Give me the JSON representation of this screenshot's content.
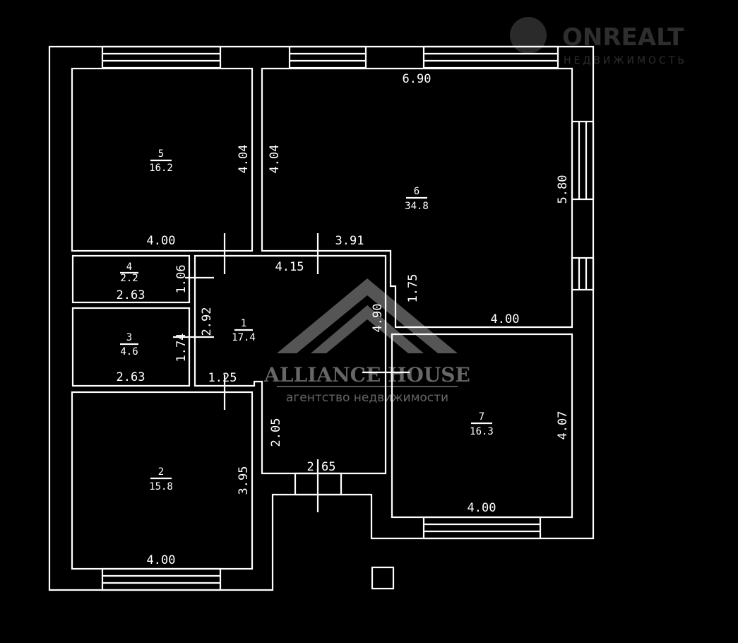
{
  "watermarks": {
    "onrealt": {
      "name": "ONREALT",
      "tagline": "НЕДВИЖИМОСТЬ"
    },
    "alliance": {
      "name": "ALLIANCE HOUSE",
      "tagline": "агентство недвижимости"
    }
  },
  "rooms": [
    {
      "number": "1",
      "area": "17.4"
    },
    {
      "number": "2",
      "area": "15.8"
    },
    {
      "number": "3",
      "area": "4.6"
    },
    {
      "number": "4",
      "area": "2.2"
    },
    {
      "number": "5",
      "area": "16.2"
    },
    {
      "number": "6",
      "area": "34.8"
    },
    {
      "number": "7",
      "area": "16.3"
    }
  ],
  "dimensions": {
    "r6_top": "6.90",
    "r6_right": "5.80",
    "r6_left": "4.04",
    "r6_bottom_left": "3.91",
    "r6_bottom_right": "4.00",
    "r6_step": "1.75",
    "r5_right": "4.04",
    "r5_bottom": "4.00",
    "r4_width": "2.63",
    "r4_height": "1.06",
    "r3_width": "2.63",
    "r3_height": "1.74",
    "hall_left": "2.92",
    "hall_top": "4.15",
    "hall_bottom_left": "1.25",
    "hall_right": "4.90",
    "hall_inner": "2.05",
    "hall_bottom": "2.65",
    "r2_right": "3.95",
    "r2_bottom": "4.00",
    "r7_right": "4.07",
    "r7_bottom": "4.00"
  },
  "colors": {
    "background": "#000000",
    "lines": "#ffffff",
    "watermark": "#555555"
  }
}
